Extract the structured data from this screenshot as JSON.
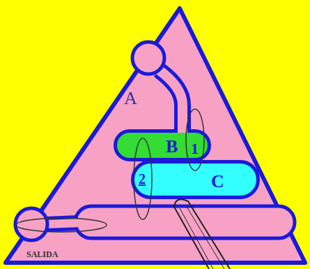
{
  "diagram": {
    "nodes": [
      {
        "text": [
          "A"
        ]
      },
      {
        "text": [
          "B"
        ],
        "in": 0
      },
      {
        "text": [
          "C"
        ],
        "in": 0
      }
    ],
    "labels": [
      "1",
      "2",
      "SALIDA"
    ]
  }
}
